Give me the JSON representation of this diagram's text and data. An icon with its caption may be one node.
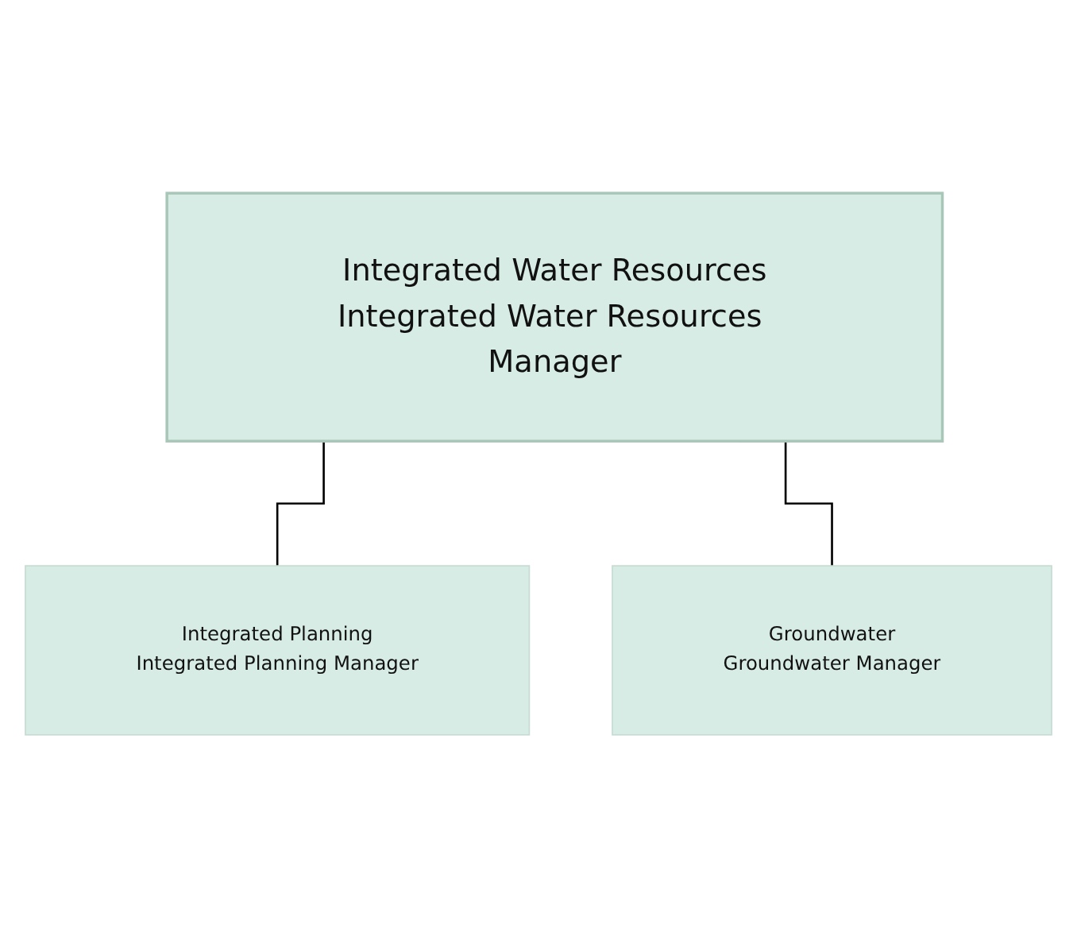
{
  "diagram": {
    "nodes": [
      {
        "text": [
          "Integrated Water Resources",
          "Integrated Water Resources Manager"
        ]
      },
      {
        "text": [
          "Integrated Planning",
          "Integrated Planning Manager"
        ]
      },
      {
        "text": [
          "Groundwater",
          "Groundwater Manager"
        ]
      }
    ],
    "edges": [
      {
        "from": 0,
        "to": 1,
        "arrow": "none"
      },
      {
        "from": 0,
        "to": 2,
        "arrow": "none"
      }
    ]
  }
}
